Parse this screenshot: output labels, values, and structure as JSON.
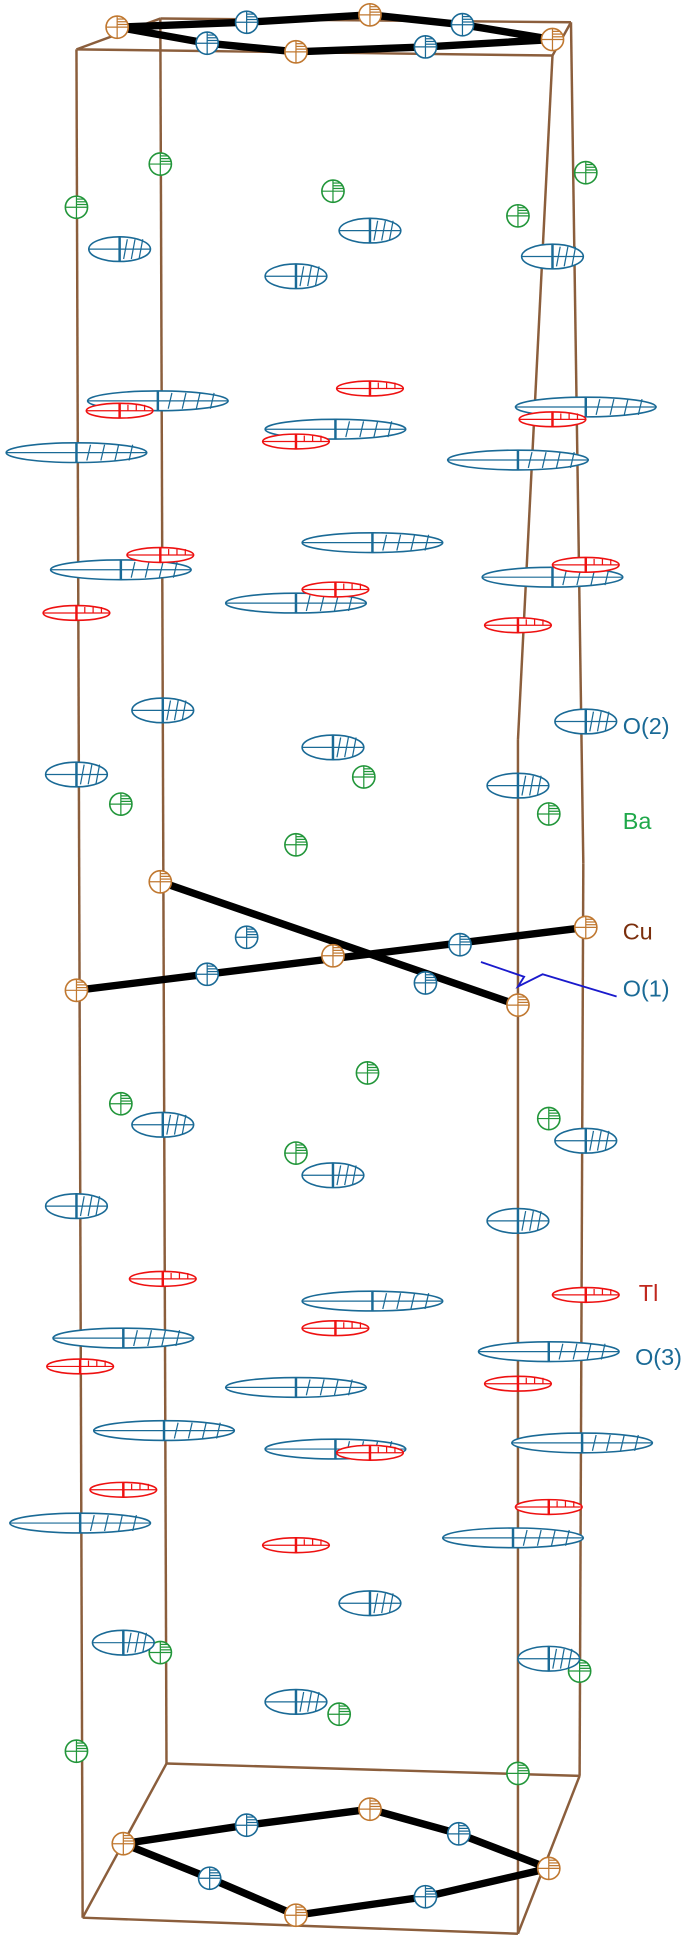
{
  "labels": {
    "o2": "O(2)",
    "ba": "Ba",
    "cu": "Cu",
    "o1": "O(1)",
    "tl": "Tl",
    "o3": "O(3)"
  },
  "colors": {
    "cell": "#8b5e3c",
    "bond": "#000000",
    "cu": "#c07830",
    "oxygen": "#1a6a96",
    "ba": "#22963a",
    "tl": "#ee1111",
    "cu_label": "#7a2e0c",
    "ba_label": "#1fa84a",
    "tl_label": "#c0281e",
    "pointer": "#1a1acc"
  }
}
